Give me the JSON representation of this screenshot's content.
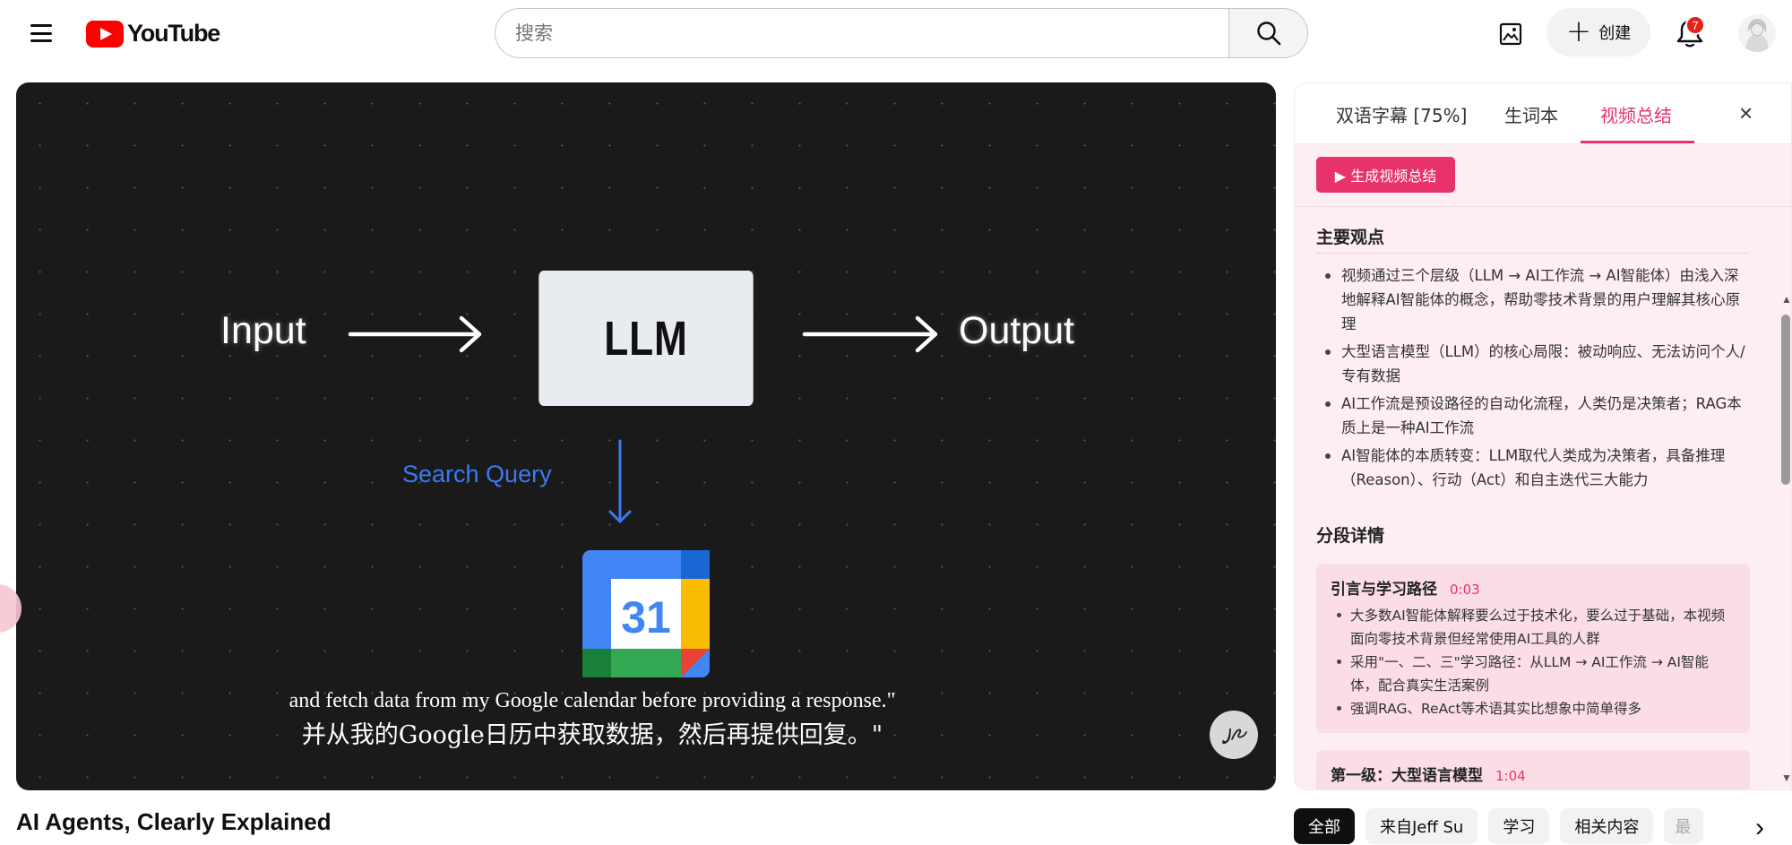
{
  "header": {
    "logo_text": "YouTube",
    "search_placeholder": "搜索",
    "create_label": "创建",
    "notification_count": "7"
  },
  "video": {
    "title": "AI Agents, Clearly Explained",
    "frame": {
      "input_label": "Input",
      "llm_label": "LLM",
      "output_label": "Output",
      "search_query_label": "Search Query",
      "calendar_day": "31"
    },
    "subtitle_en": "and fetch data from my Google calendar before providing a response.\"",
    "subtitle_zh": "并从我的Google日历中获取数据，然后再提供回复。\""
  },
  "panel": {
    "tabs": [
      {
        "label": "双语字幕 [75%]",
        "active": false
      },
      {
        "label": "生词本",
        "active": false
      },
      {
        "label": "视频总结",
        "active": true
      }
    ],
    "close_label": "×",
    "generate_button": "▶ 生成视频总结",
    "main_points_title": "主要观点",
    "main_points": [
      "视频通过三个层级（LLM → AI工作流 → AI智能体）由浅入深地解释AI智能体的概念，帮助零技术背景的用户理解其核心原理",
      "大型语言模型（LLM）的核心局限：被动响应、无法访问个人/专有数据",
      "AI工作流是预设路径的自动化流程，人类仍是决策者；RAG本质上是一种AI工作流",
      "AI智能体的本质转变：LLM取代人类成为决策者，具备推理（Reason）、行动（Act）和自主迭代三大能力"
    ],
    "segments_title": "分段详情",
    "segments": [
      {
        "name": "引言与学习路径",
        "time": "0:03",
        "points": [
          "大多数AI智能体解释要么过于技术化，要么过于基础，本视频面向零技术背景但经常使用AI工具的人群",
          "采用\"一、二、三\"学习路径：从LLM → AI工作流 → AI智能体，配合真实生活案例",
          "强调RAG、ReAct等术语其实比想象中简单得多"
        ]
      },
      {
        "name": "第一级：大型语言模型",
        "time": "1:04",
        "points": []
      }
    ]
  },
  "chips": [
    {
      "label": "全部",
      "active": true
    },
    {
      "label": "来自Jeff Su",
      "active": false
    },
    {
      "label": "学习",
      "active": false
    },
    {
      "label": "相关内容",
      "active": false
    },
    {
      "label": "最",
      "active": false
    }
  ],
  "colors": {
    "accent": "#e8336a",
    "youtube_red": "#ff0000",
    "panel_bg": "#fdeef2",
    "card_bg": "#fbdde6",
    "search_query_blue": "#3a7bf2"
  },
  "icons": [
    "menu-icon",
    "youtube-logo-icon",
    "search-icon",
    "image-search-icon",
    "plus-icon",
    "bell-icon",
    "avatar-icon",
    "close-icon",
    "play-icon",
    "chevron-right-icon"
  ]
}
